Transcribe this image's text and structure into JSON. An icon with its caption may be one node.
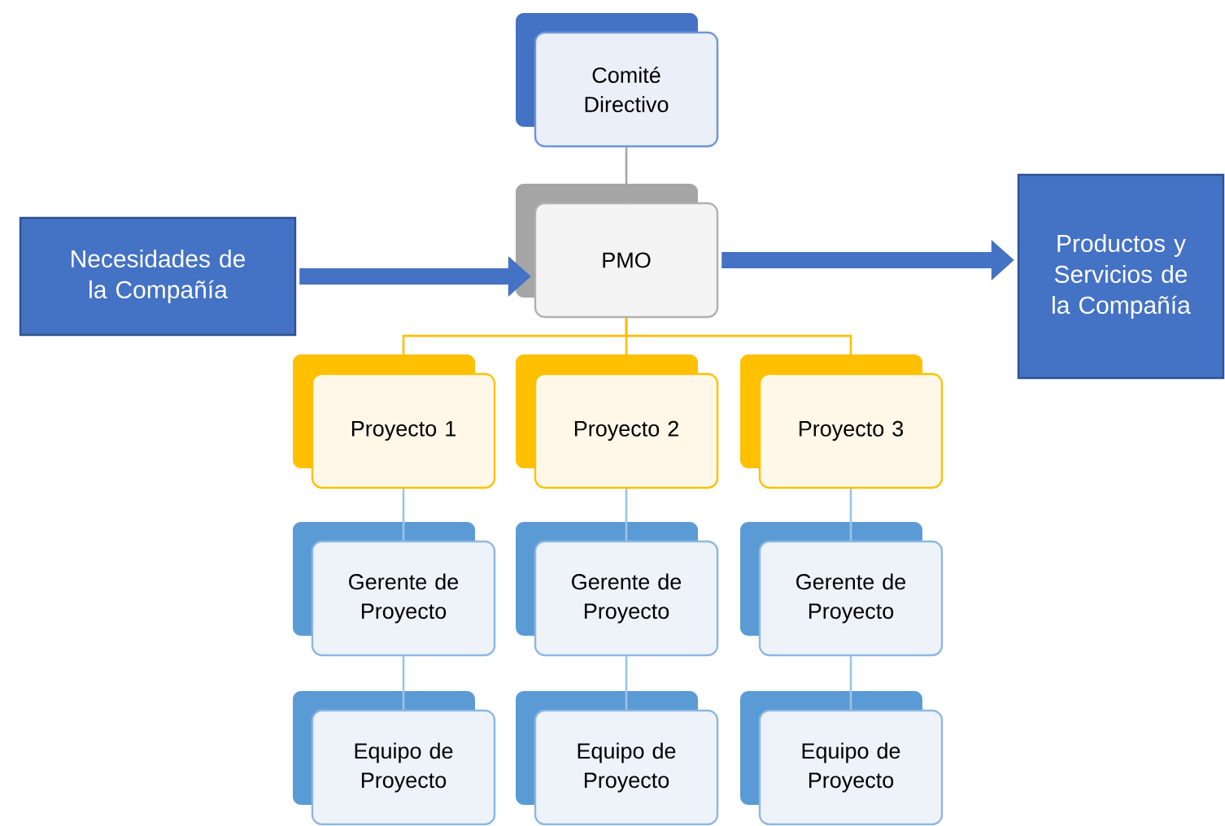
{
  "diagram": {
    "nodes": [
      {
        "text": [
          "Comité Directivo"
        ]
      },
      {
        "text": [
          "Necesidades de la Compañía"
        ]
      },
      {
        "text": [
          "PMO"
        ]
      },
      {
        "text": [
          "Productos y Servicios de la Compañía"
        ]
      },
      {
        "text": [
          "Proyecto 1"
        ]
      },
      {
        "text": [
          "Proyecto 2"
        ]
      },
      {
        "text": [
          "Proyecto 3"
        ]
      },
      {
        "text": [
          "Gerente de Proyecto"
        ]
      },
      {
        "text": [
          "Gerente de Proyecto"
        ]
      },
      {
        "text": [
          "Gerente de Proyecto"
        ]
      },
      {
        "text": [
          "Equipo de Proyecto"
        ]
      },
      {
        "text": [
          "Equipo de Proyecto"
        ]
      },
      {
        "text": [
          "Equipo de Proyecto"
        ]
      }
    ],
    "edges": [
      {
        "from": 0,
        "to": 2,
        "arrow": "none",
        "color": "#a5a5a5"
      },
      {
        "from": 1,
        "to": 2,
        "arrow": "to",
        "style": "thick",
        "color": "#4472c4"
      },
      {
        "from": 2,
        "to": 3,
        "arrow": "to",
        "style": "thick",
        "color": "#4472c4"
      },
      {
        "from": 2,
        "to": 4,
        "arrow": "none",
        "color": "#ffc000"
      },
      {
        "from": 2,
        "to": 5,
        "arrow": "none",
        "color": "#ffc000"
      },
      {
        "from": 2,
        "to": 6,
        "arrow": "none",
        "color": "#ffc000"
      },
      {
        "from": 4,
        "to": 7,
        "arrow": "none"
      },
      {
        "from": 5,
        "to": 8,
        "arrow": "none"
      },
      {
        "from": 6,
        "to": 9,
        "arrow": "none"
      },
      {
        "from": 7,
        "to": 10,
        "arrow": "none"
      },
      {
        "from": 8,
        "to": 11,
        "arrow": "none"
      },
      {
        "from": 9,
        "to": 12,
        "arrow": "none"
      }
    ]
  }
}
